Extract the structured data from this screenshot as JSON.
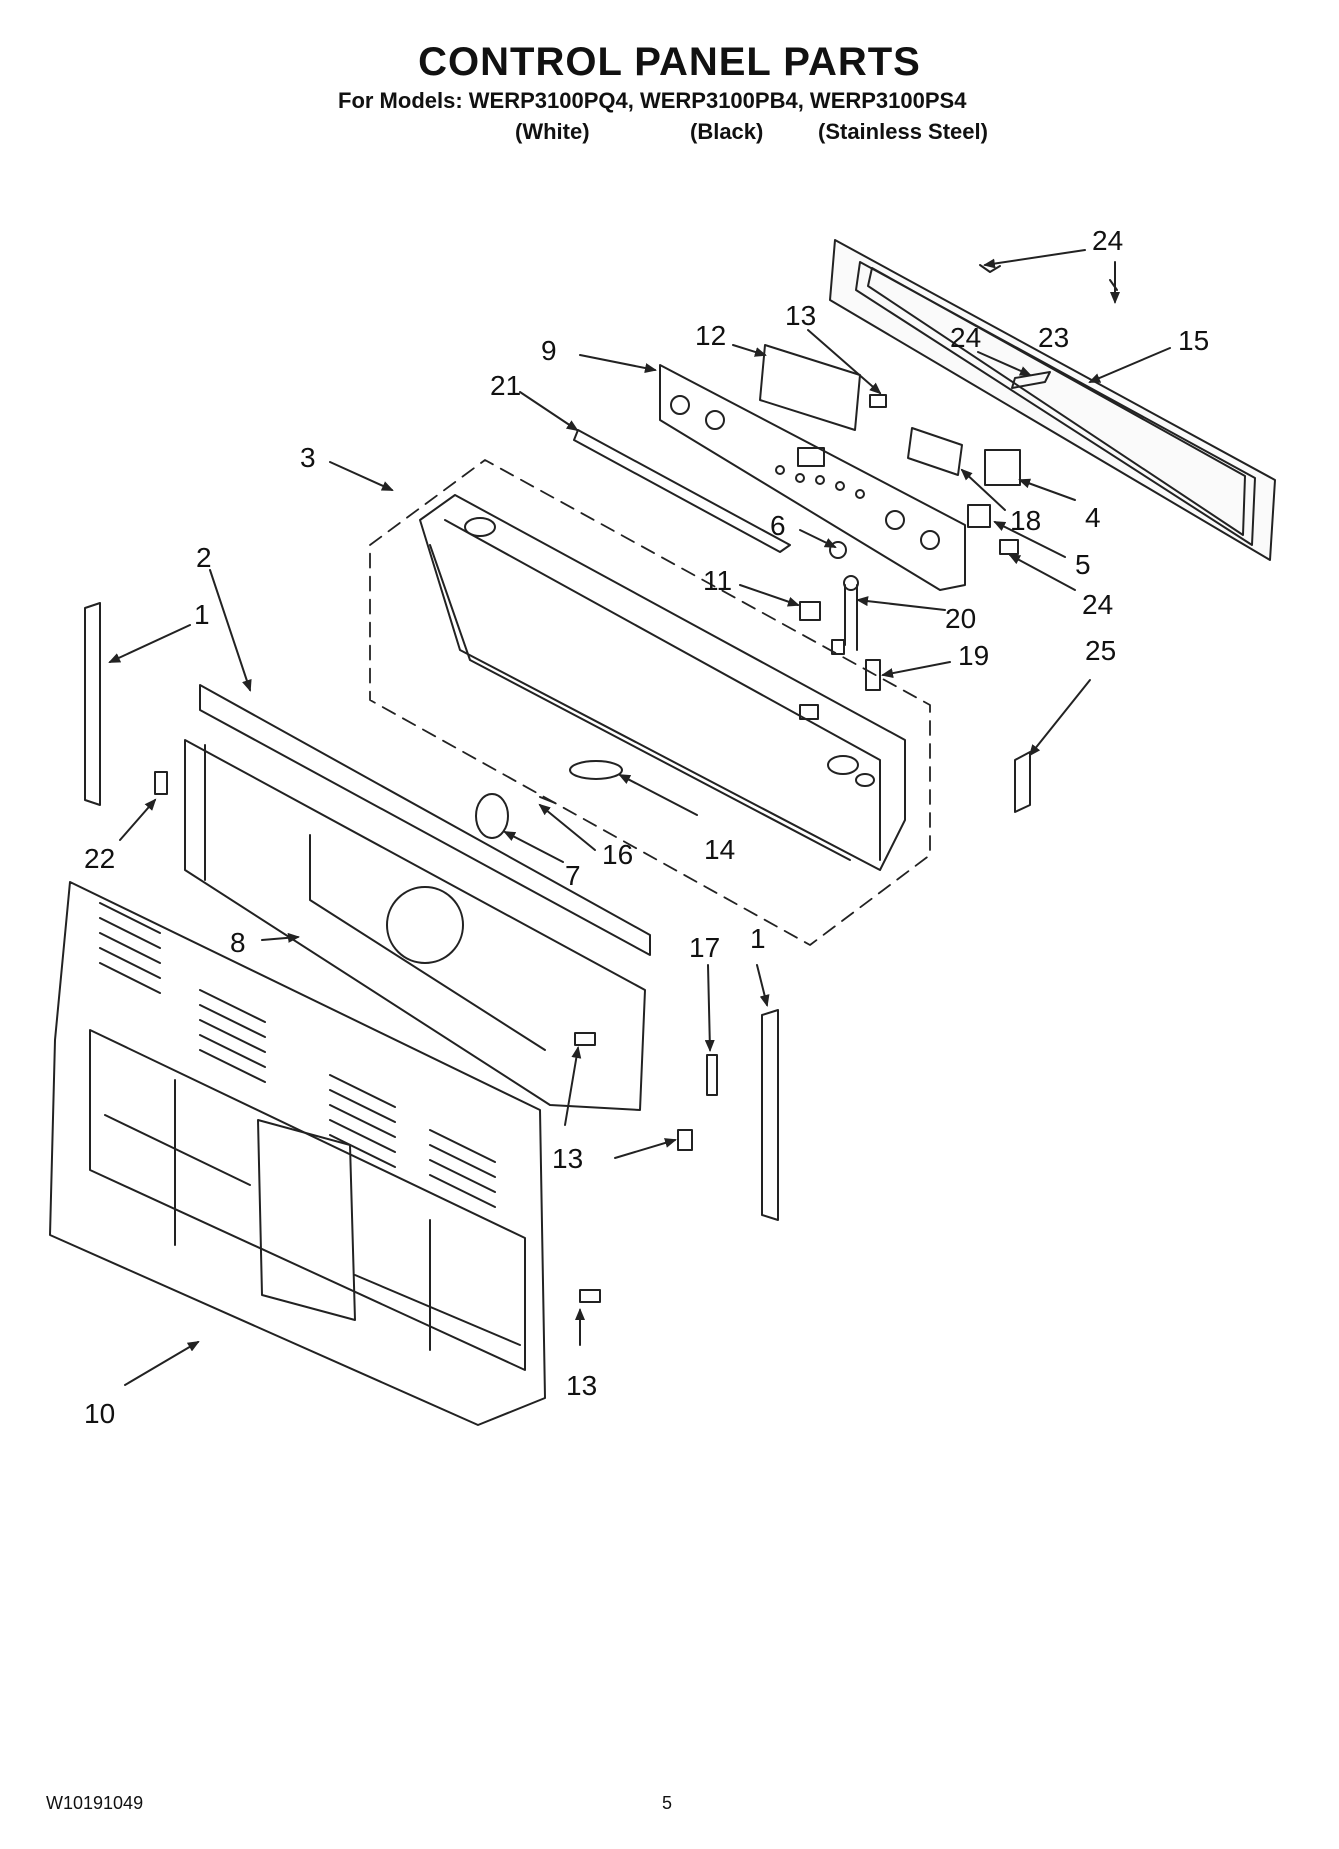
{
  "header": {
    "title": "CONTROL PANEL PARTS",
    "models_line": "For Models: WERP3100PQ4, WERP3100PB4, WERP3100PS4",
    "variants": [
      "(White)",
      "(Black)",
      "(Stainless Steel)"
    ]
  },
  "footer": {
    "doc_number": "W10191049",
    "page_number": "5"
  },
  "callouts": [
    "24",
    "24",
    "13",
    "12",
    "23",
    "15",
    "9",
    "21",
    "3",
    "4",
    "18",
    "5",
    "24",
    "6",
    "11",
    "20",
    "19",
    "25",
    "2",
    "1",
    "22",
    "16",
    "14",
    "7",
    "8",
    "17",
    "1",
    "13",
    "13",
    "10"
  ]
}
